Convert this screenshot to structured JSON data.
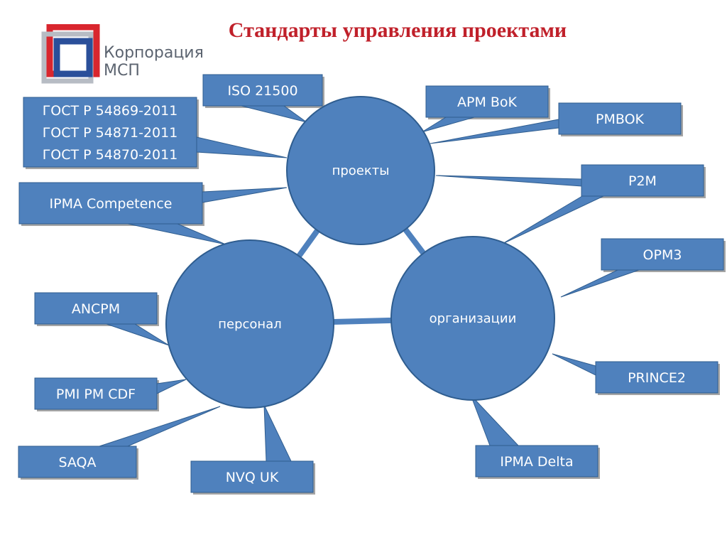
{
  "title": "Стандарты управления проектами",
  "logo": {
    "line1": "Корпорация",
    "line2": "МСП",
    "colors": {
      "red": "#d9262e",
      "blue": "#2a4f9a",
      "grey": "#b7bcc4"
    }
  },
  "colors": {
    "fill": "#4f81bd",
    "stroke": "#2f5d8f",
    "shadow": "#7f7f7f"
  },
  "hubs": [
    {
      "id": "projects",
      "label": "проекты"
    },
    {
      "id": "personnel",
      "label": "персонал"
    },
    {
      "id": "organizations",
      "label": "организации"
    }
  ],
  "standards": [
    {
      "id": "iso",
      "lines": [
        "ISO 21500"
      ],
      "hub": "projects"
    },
    {
      "id": "gost",
      "lines": [
        "ГОСТ Р 54869-2011",
        "ГОСТ Р 54871-2011",
        "ГОСТ Р 54870-2011"
      ],
      "hub": "projects"
    },
    {
      "id": "ipma-comp",
      "lines": [
        "IPMA Competence"
      ],
      "hub": "projects/personnel"
    },
    {
      "id": "apm",
      "lines": [
        "APM BoK"
      ],
      "hub": "projects"
    },
    {
      "id": "pmbok",
      "lines": [
        "PMBOK"
      ],
      "hub": "projects"
    },
    {
      "id": "p2m",
      "lines": [
        "P2M"
      ],
      "hub": "projects/organizations"
    },
    {
      "id": "opm3",
      "lines": [
        "OPM3"
      ],
      "hub": "organizations"
    },
    {
      "id": "prince2",
      "lines": [
        "PRINCE2"
      ],
      "hub": "organizations"
    },
    {
      "id": "ipma-delta",
      "lines": [
        "IPMA Delta"
      ],
      "hub": "organizations"
    },
    {
      "id": "ancpm",
      "lines": [
        "ANCPM"
      ],
      "hub": "personnel"
    },
    {
      "id": "pmi",
      "lines": [
        "PMI PM CDF"
      ],
      "hub": "personnel"
    },
    {
      "id": "saqa",
      "lines": [
        "SAQA"
      ],
      "hub": "personnel"
    },
    {
      "id": "nvq",
      "lines": [
        "NVQ UK"
      ],
      "hub": "personnel"
    }
  ]
}
